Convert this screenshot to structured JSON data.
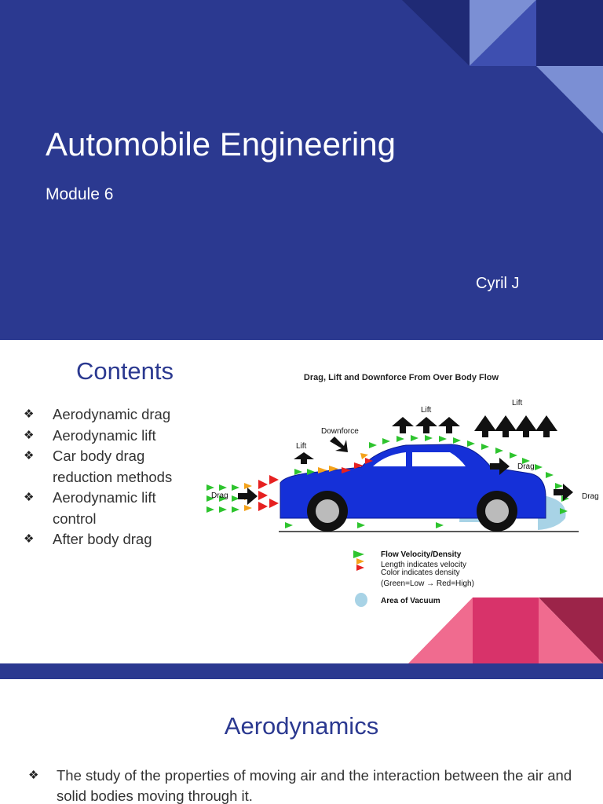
{
  "slide1": {
    "title": "Automobile Engineering",
    "subtitle": "Module 6",
    "author": "Cyril J",
    "colors": {
      "background": "#2b3990",
      "accent_light": "#7b8fd4",
      "accent_mid": "#3e4fb0",
      "accent_dark": "#1f2a75"
    }
  },
  "slide2": {
    "title": "Contents",
    "bullet_icon": "diamond-bullet-icon",
    "items": [
      "Aerodynamic drag",
      "Aerodynamic lift",
      "Car body drag reduction methods",
      "Aerodynamic lift control",
      "After body drag"
    ],
    "diagram": {
      "title": "Drag, Lift and Downforce From Over Body Flow",
      "labels": {
        "lift_small": "Lift",
        "lift_mid": "Lift",
        "lift_large": "Lift",
        "downforce": "Downforce",
        "drag_front": "Drag",
        "drag_roof": "Drag",
        "drag_rear": "Drag"
      },
      "legend": {
        "flow_title": "Flow Velocity/Density",
        "flow_line1": "Length indicates velocity",
        "flow_line2": "Color indicates density",
        "flow_line3": "(Green=Low → Red=High)",
        "vacuum": "Area of Vacuum"
      },
      "colors": {
        "car": "#1530d8",
        "vacuum": "#a8d3e6",
        "low": "#2ec42e",
        "mid": "#f4a21a",
        "high": "#e62020"
      }
    },
    "colors": {
      "pink_light": "#f06b8f",
      "pink_mid": "#d8336a",
      "pink_dark": "#9c2449"
    }
  },
  "slide3": {
    "title": "Aerodynamics",
    "bullet_icon": "diamond-bullet-icon",
    "body": "The study of the properties of moving air and the interaction between the air and solid bodies moving through it."
  }
}
